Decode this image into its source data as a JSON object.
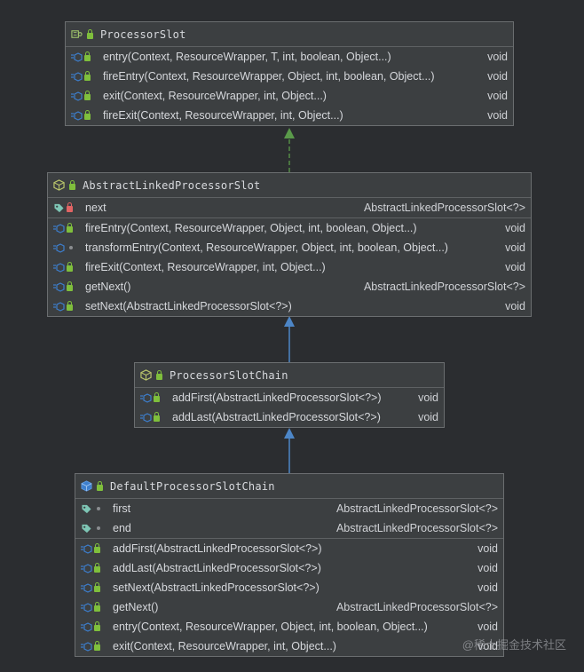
{
  "classes": [
    {
      "id": "processor-slot",
      "name": "ProcessorSlot",
      "kind": "interface",
      "fields": [],
      "methods": [
        {
          "name": "entry(Context, ResourceWrapper, T, int, boolean, Object...)",
          "type": "void",
          "visibility": "public-abstract"
        },
        {
          "name": "fireEntry(Context, ResourceWrapper, Object, int, boolean, Object...)",
          "type": "void",
          "visibility": "public-abstract"
        },
        {
          "name": "exit(Context, ResourceWrapper, int, Object...)",
          "type": "void",
          "visibility": "public-abstract"
        },
        {
          "name": "fireExit(Context, ResourceWrapper, int, Object...)",
          "type": "void",
          "visibility": "public-abstract"
        }
      ]
    },
    {
      "id": "abstract-linked-processor-slot",
      "name": "AbstractLinkedProcessorSlot",
      "kind": "abstract-class",
      "fields": [
        {
          "name": "next",
          "type": "AbstractLinkedProcessorSlot<?>",
          "visibility": "private"
        }
      ],
      "methods": [
        {
          "name": "fireEntry(Context, ResourceWrapper, Object, int, boolean, Object...)",
          "type": "void",
          "visibility": "public"
        },
        {
          "name": "transformEntry(Context, ResourceWrapper, Object, int, boolean, Object...)",
          "type": "void",
          "visibility": "package"
        },
        {
          "name": "fireExit(Context, ResourceWrapper, int, Object...)",
          "type": "void",
          "visibility": "public"
        },
        {
          "name": "getNext()",
          "type": "AbstractLinkedProcessorSlot<?>",
          "visibility": "public"
        },
        {
          "name": "setNext(AbstractLinkedProcessorSlot<?>)",
          "type": "void",
          "visibility": "public"
        }
      ]
    },
    {
      "id": "processor-slot-chain",
      "name": "ProcessorSlotChain",
      "kind": "abstract-class",
      "fields": [],
      "methods": [
        {
          "name": "addFirst(AbstractLinkedProcessorSlot<?>)",
          "type": "void",
          "visibility": "public-abstract"
        },
        {
          "name": "addLast(AbstractLinkedProcessorSlot<?>)",
          "type": "void",
          "visibility": "public-abstract"
        }
      ]
    },
    {
      "id": "default-processor-slot-chain",
      "name": "DefaultProcessorSlotChain",
      "kind": "class",
      "fields": [
        {
          "name": "first",
          "type": "AbstractLinkedProcessorSlot<?>",
          "visibility": "package"
        },
        {
          "name": "end",
          "type": "AbstractLinkedProcessorSlot<?>",
          "visibility": "package"
        }
      ],
      "methods": [
        {
          "name": "addFirst(AbstractLinkedProcessorSlot<?>)",
          "type": "void",
          "visibility": "public"
        },
        {
          "name": "addLast(AbstractLinkedProcessorSlot<?>)",
          "type": "void",
          "visibility": "public"
        },
        {
          "name": "setNext(AbstractLinkedProcessorSlot<?>)",
          "type": "void",
          "visibility": "public"
        },
        {
          "name": "getNext()",
          "type": "AbstractLinkedProcessorSlot<?>",
          "visibility": "public"
        },
        {
          "name": "entry(Context, ResourceWrapper, Object, int, boolean, Object...)",
          "type": "void",
          "visibility": "public"
        },
        {
          "name": "exit(Context, ResourceWrapper, int, Object...)",
          "type": "void",
          "visibility": "public"
        }
      ]
    }
  ],
  "relations": [
    {
      "from": "abstract-linked-processor-slot",
      "to": "processor-slot",
      "kind": "implements"
    },
    {
      "from": "processor-slot-chain",
      "to": "abstract-linked-processor-slot",
      "kind": "extends"
    },
    {
      "from": "default-processor-slot-chain",
      "to": "processor-slot-chain",
      "kind": "extends"
    }
  ],
  "watermark": "@稀土掘金技术社区",
  "colors": {
    "background": "#2b2d30",
    "box": "#3c3f41",
    "implements_arrow": "#5a9a4a",
    "extends_arrow": "#4d86c7",
    "lock_public": "#7fbf3c",
    "lock_private": "#e06464",
    "method_icon": "#3d7fce",
    "field_icon": "#7ec6b5"
  }
}
